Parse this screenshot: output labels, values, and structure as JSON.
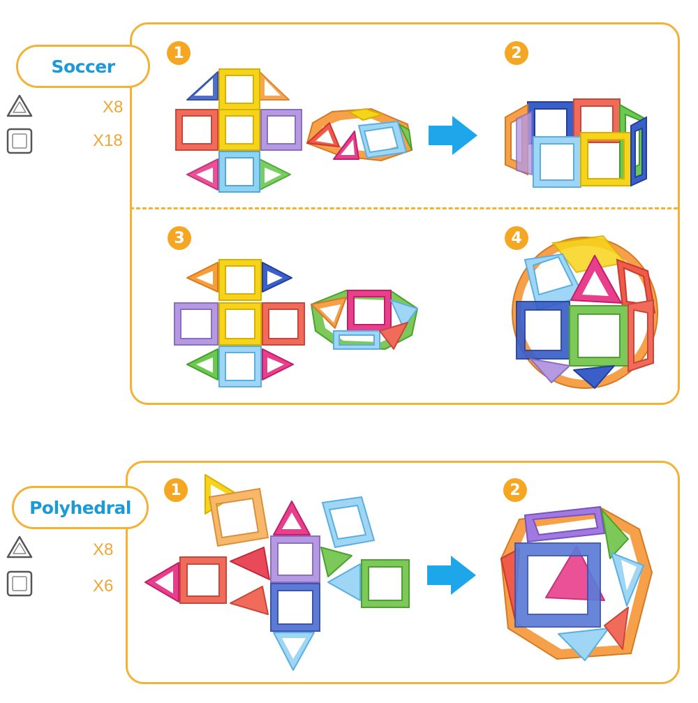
{
  "soccer": {
    "title": "Soccer",
    "triangle_count": "X8",
    "square_count": "X18",
    "steps": [
      "1",
      "2",
      "3",
      "4"
    ]
  },
  "polyhedral": {
    "title": "Polyhedral",
    "triangle_count": "X8",
    "square_count": "X6",
    "steps": [
      "1",
      "2"
    ]
  },
  "icons": {
    "triangle": "triangle-outline-icon",
    "square": "square-outline-icon",
    "arrow": "right-arrow-icon"
  },
  "colors": {
    "accent_border": "#f3b234",
    "badge": "#f5a623",
    "title_text": "#1c9ad8",
    "count_text": "#f3a533",
    "arrow": "#1ea6ea"
  }
}
